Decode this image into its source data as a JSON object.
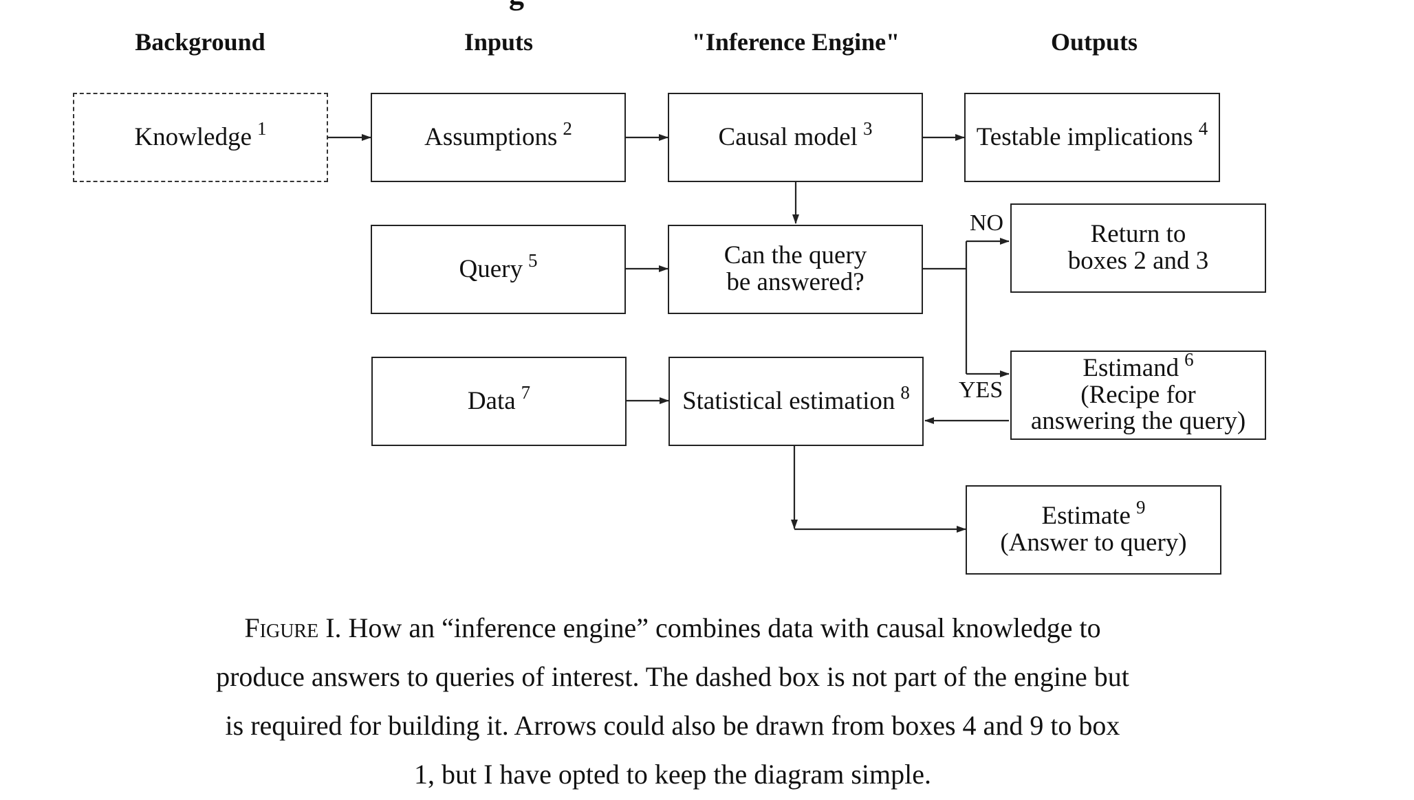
{
  "column_headers": {
    "background": "Background",
    "inputs": "Inputs",
    "engine": "\"Inference Engine\"",
    "outputs": "Outputs"
  },
  "boxes": {
    "knowledge": {
      "label": "Knowledge",
      "num": "1"
    },
    "assumptions": {
      "label": "Assumptions",
      "num": "2"
    },
    "causal_model": {
      "label": "Causal model",
      "num": "3"
    },
    "testable": {
      "label": "Testable implications",
      "num": "4"
    },
    "query": {
      "label": "Query",
      "num": "5"
    },
    "can_answer": {
      "line1": "Can the query",
      "line2": "be answered?"
    },
    "return_to": {
      "line1": "Return to",
      "line2": "boxes 2 and 3"
    },
    "data": {
      "label": "Data",
      "num": "7"
    },
    "stat_est": {
      "label": "Statistical estimation",
      "num": "8"
    },
    "estimand": {
      "label": "Estimand",
      "num": "6",
      "line2": "(Recipe for",
      "line3": "answering the query)"
    },
    "estimate": {
      "label": "Estimate",
      "num": "9",
      "line2": "(Answer to query)"
    }
  },
  "branch_labels": {
    "no": "NO",
    "yes": "YES"
  },
  "caption": {
    "fig_label": "Figure I.",
    "line1": "How an “inference engine” combines data with causal knowledge to",
    "line2": "produce answers to queries of interest. The dashed box is not part of the engine but",
    "line3": "is required for building it. Arrows could also be drawn from boxes 4 and 9 to box",
    "line4": "1, but I have opted to keep the diagram simple."
  },
  "colors": {
    "stroke": "#222222",
    "text": "#111111",
    "background": "#ffffff"
  }
}
